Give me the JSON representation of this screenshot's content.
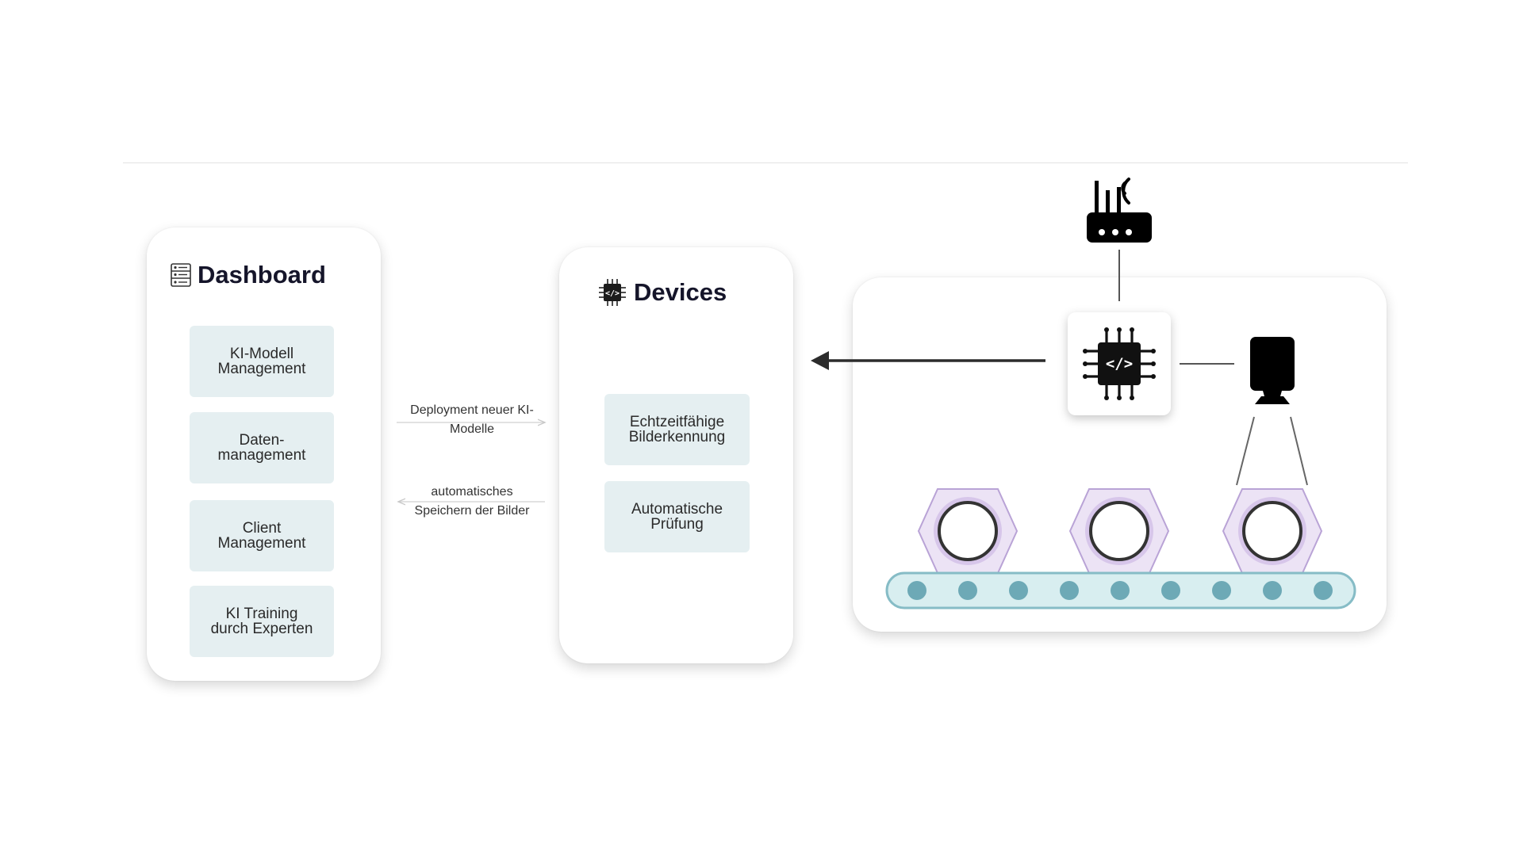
{
  "dashboard": {
    "title": "Dashboard",
    "items": [
      "KI-Modell\nManagement",
      "Daten-\nmanagement",
      "Client\nManagement",
      "KI Training\ndurch Experten"
    ]
  },
  "devices": {
    "title": "Devices",
    "items": [
      "Echtzeitfähige\nBilderkennung",
      "Automatische\nPrüfung"
    ]
  },
  "flows": {
    "deployment": "Deployment neuer KI-\nModelle",
    "saving": "automatisches\nSpeichern der Bilder"
  },
  "icons": {
    "dashboard": "list-icon",
    "devices": "chip-icon",
    "router": "router-icon",
    "edge_device": "chip-icon",
    "camera": "camera-icon",
    "parts": "hex-nut-icon"
  },
  "colors": {
    "tile_background": "#e5eff1",
    "nut_fill": "#ece3f5",
    "nut_stroke": "#b9a3d6",
    "conveyor_fill": "#d8eef0",
    "conveyor_stroke": "#86bcc6",
    "roller": "#6da9b6"
  }
}
